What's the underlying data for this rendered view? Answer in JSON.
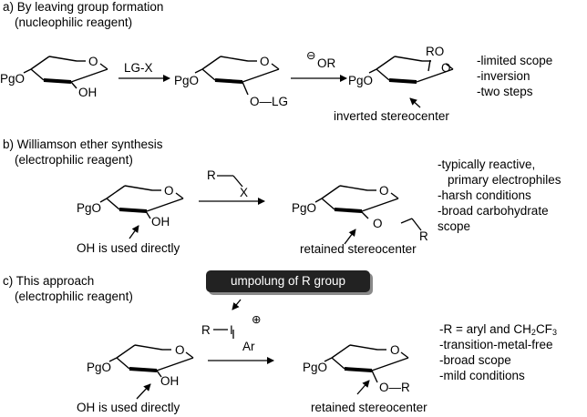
{
  "sections": [
    {
      "heading": "a) By leaving group formation",
      "subheading": "(nucleophilic reagent)",
      "arrow1_reagent": "LG-X",
      "arrow2_reagent": "OR",
      "arrow2_charge": "⊖",
      "sm_pg": "PgO",
      "sm_o": "O",
      "sm_oh": "OH",
      "int_pg": "PgO",
      "int_o": "O",
      "int_olg": "O—LG",
      "prod_pg": "PgO",
      "prod_ro": "RO",
      "prod_o": "O",
      "annotation": "inverted stereocenter",
      "bullets": [
        "-limited scope",
        "-inversion",
        "-two steps"
      ]
    },
    {
      "heading": "b) Williamson ether synthesis",
      "subheading": "(electrophilic reagent)",
      "reagent_r": "R",
      "reagent_x": "X",
      "sm_pg": "PgO",
      "sm_o": "O",
      "sm_oh": "OH",
      "prod_pg": "PgO",
      "prod_o": "O",
      "prod_ring_o": "O",
      "prod_r": "R",
      "sm_annotation": "OH is used directly",
      "prod_annotation": "retained stereocenter",
      "bullets": [
        "-typically reactive,",
        "primary electrophiles",
        "-harsh conditions",
        "-broad carbohydrate",
        "scope"
      ]
    },
    {
      "heading": "c) This approach",
      "subheading": "(electrophilic reagent)",
      "banner": "umpolung of R group",
      "reagent_r": "R",
      "reagent_i": "I",
      "reagent_ar": "Ar",
      "reagent_charge": "⊕",
      "sm_pg": "PgO",
      "sm_o": "O",
      "sm_oh": "OH",
      "prod_pg": "PgO",
      "prod_o": "O",
      "prod_or": "O—R",
      "sm_annotation": "OH is used directly",
      "prod_annotation": "retained stereocenter",
      "bullet_r_prefix": "-R = aryl and CH",
      "bullet_r_sub1": "2",
      "bullet_r_mid": "CF",
      "bullet_r_sub2": "3",
      "bullets": [
        "-transition-metal-free",
        "-broad scope",
        "-mild conditions"
      ]
    }
  ]
}
